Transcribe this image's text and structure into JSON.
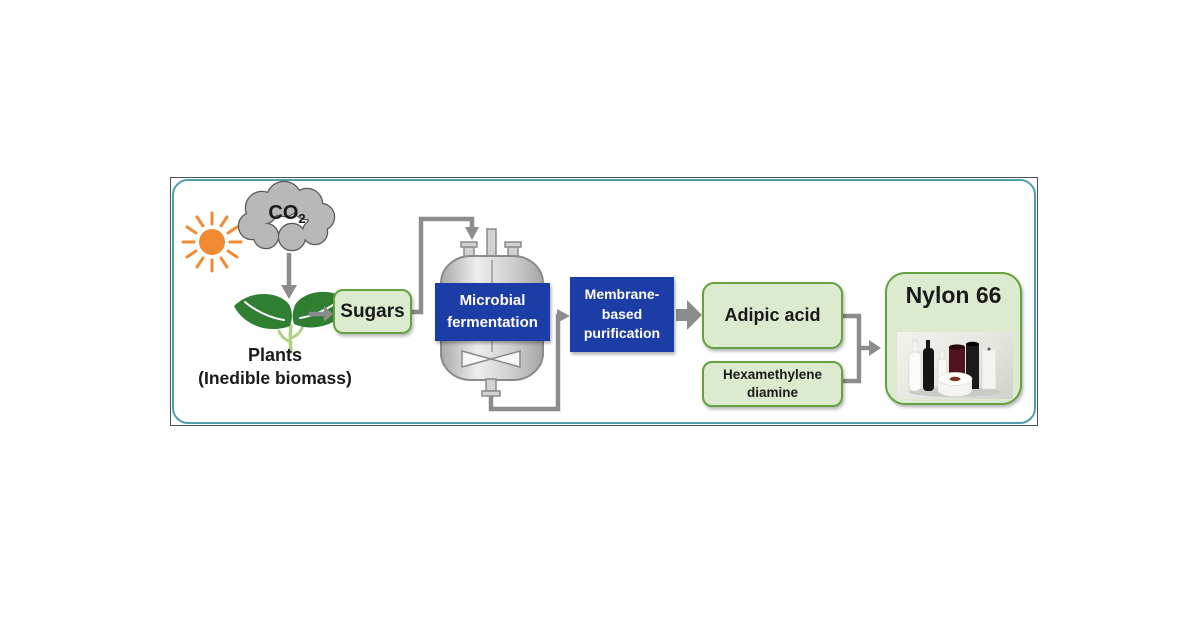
{
  "figure": {
    "title_semantics": "Bio-based nylon 66 production process diagram",
    "co2": {
      "main": "CO",
      "sub": "2"
    },
    "plants_label": {
      "line1": "Plants",
      "line2": "(Inedible biomass)"
    },
    "boxes": {
      "sugars": {
        "label": "Sugars"
      },
      "fermentation": {
        "line1": "Microbial",
        "line2": "fermentation"
      },
      "membrane": {
        "line1": "Membrane-",
        "line2": "based",
        "line3": "purification"
      },
      "adipic": {
        "label": "Adipic acid"
      },
      "hexamethylene": {
        "line1": "Hexamethylene",
        "line2": "diamine"
      },
      "nylon": {
        "label": "Nylon 66"
      }
    },
    "icons": {
      "sun": "sun-icon (orange radiating sun shape)",
      "co2_cloud": "cloud-icon (gray puffy cloud)",
      "plant": "seedling-icon (two green leaves with stem)",
      "bioreactor": "fermenter-tank-icon (gray stirred vessel)",
      "spools_photo": "thread-spools-photo (white, black and maroon yarn spools)"
    }
  },
  "theme": {
    "frame-teal": "#4f9fae",
    "frame-dark": "#45535b",
    "green-fill": "#dcead0",
    "green-border": "#63a23e",
    "blue": "#1d3da6",
    "pipe-gray": "#8c8c8c",
    "text-dark": "#1a1a1a",
    "sun-orange": "#f08b33",
    "cloud-gray": "#b8b8b8",
    "leaf-green": "#2f7e32"
  }
}
